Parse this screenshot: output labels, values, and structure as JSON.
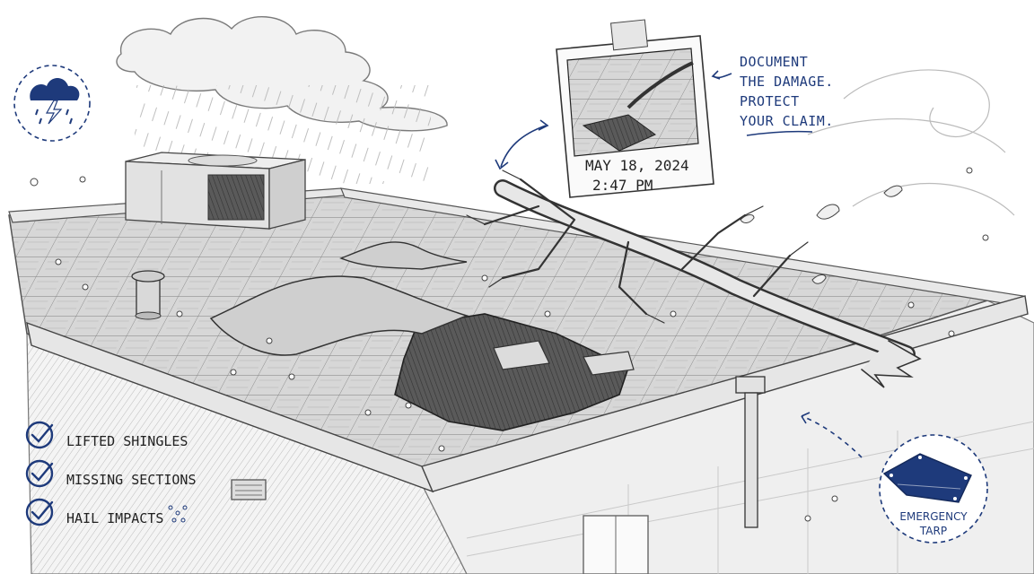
{
  "polaroid": {
    "date": "MAY 18, 2024",
    "time": "2:47 PM"
  },
  "note": {
    "line1": "DOCUMENT",
    "line2": "THE DAMAGE.",
    "line3": "PROTECT",
    "line4": "YOUR CLAIM."
  },
  "checklist": {
    "items": [
      {
        "label": "LIFTED SHINGLES",
        "icon": "checkmark-circle-icon"
      },
      {
        "label": "MISSING SECTIONS",
        "icon": "checkmark-circle-icon"
      },
      {
        "label": "HAIL IMPACTS",
        "icon": "checkmark-circle-icon"
      }
    ]
  },
  "badges": {
    "storm_icon": "storm-cloud-lightning-icon",
    "tarp_icon": "tarp-icon",
    "tarp_label_line1": "EMERGENCY",
    "tarp_label_line2": "TARP"
  },
  "colors": {
    "accent": "#1e3a7b",
    "ink": "#222222"
  }
}
